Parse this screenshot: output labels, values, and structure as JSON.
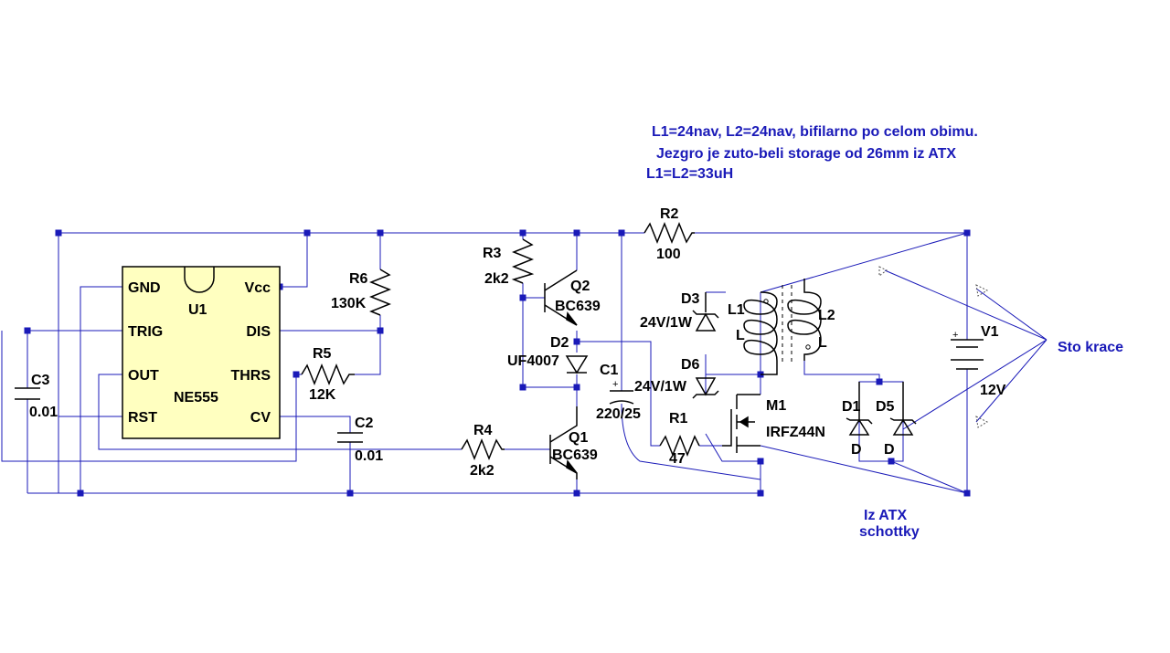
{
  "notes": {
    "line1": "L1=24nav, L2=24nav, bifilarno po celom obimu.",
    "line2": "Jezgro je zuto-beli storage od 26mm iz ATX",
    "line3": "L1=L2=33uH",
    "sto": "Sto krace",
    "iz1": "Iz ATX",
    "iz2": "schottky"
  },
  "colors": {
    "wire": "#1a1ab8",
    "ic_fill": "#ffffc0",
    "note": "#1a1ab8"
  },
  "u1": {
    "ref": "U1",
    "part": "NE555",
    "pins": {
      "gnd": "GND",
      "vcc": "Vcc",
      "trig": "TRIG",
      "dis": "DIS",
      "out": "OUT",
      "thrs": "THRS",
      "rst": "RST",
      "cv": "CV"
    }
  },
  "r6": {
    "ref": "R6",
    "val": "130K"
  },
  "r5": {
    "ref": "R5",
    "val": "12K"
  },
  "r3": {
    "ref": "R3",
    "val": "2k2"
  },
  "r4": {
    "ref": "R4",
    "val": "2k2"
  },
  "r2": {
    "ref": "R2",
    "val": "100"
  },
  "r1": {
    "ref": "R1",
    "val": "47"
  },
  "c3": {
    "ref": "C3",
    "val": "0.01"
  },
  "c2": {
    "ref": "C2",
    "val": "0.01"
  },
  "c1": {
    "ref": "C1",
    "val": "220/25"
  },
  "q2": {
    "ref": "Q2",
    "val": "BC639"
  },
  "q1": {
    "ref": "Q1",
    "val": "BC639"
  },
  "d2": {
    "ref": "D2",
    "val": "UF4007"
  },
  "d3": {
    "ref": "D3",
    "val": "24V/1W"
  },
  "d6": {
    "ref": "D6",
    "val": "24V/1W"
  },
  "l1": {
    "ref": "L1",
    "val": "L"
  },
  "l2": {
    "ref": "L2",
    "val": "L"
  },
  "m1": {
    "ref": "M1",
    "val": "IRFZ44N"
  },
  "d1": {
    "ref": "D1",
    "val": "D"
  },
  "d5": {
    "ref": "D5",
    "val": "D"
  },
  "v1": {
    "ref": "V1",
    "val": "12V"
  }
}
